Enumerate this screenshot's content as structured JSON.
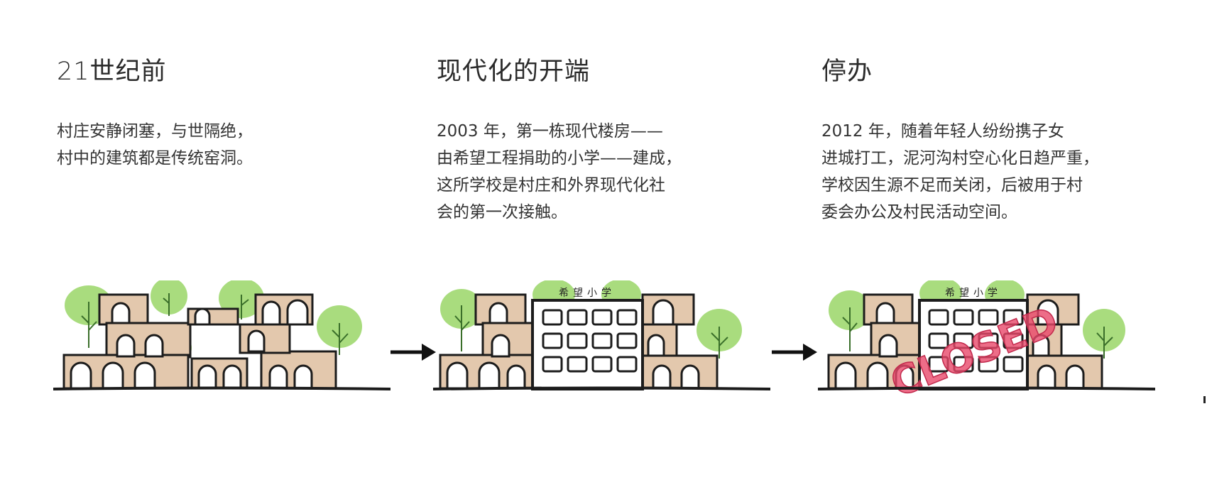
{
  "stages": [
    {
      "title": "21世纪前",
      "lines": [
        "村庄安静闭塞，与世隔绝，",
        "村中的建筑都是传统窑洞。"
      ]
    },
    {
      "title": "现代化的开端",
      "lines": [
        "2003 年，第一栋现代楼房——",
        "由希望工程捐助的小学——建成，",
        "这所学校是村庄和外界现代化社",
        "会的第一次接触。"
      ],
      "building_sign": "希望小学"
    },
    {
      "title": "停办",
      "lines": [
        "2012 年，随着年轻人纷纷携子女",
        "进城打工，泥河沟村空心化日趋严重，",
        "学校因生源不足而关闭，后被用于村",
        "委会办公及村民活动空间。"
      ],
      "building_sign": "希望小学",
      "stamp": "CLOSED"
    }
  ],
  "colors": {
    "cave": "#e3c8ad",
    "tree": "#a9dc7e",
    "ink": "#1c1c1c",
    "stamp": "#e8496a"
  }
}
